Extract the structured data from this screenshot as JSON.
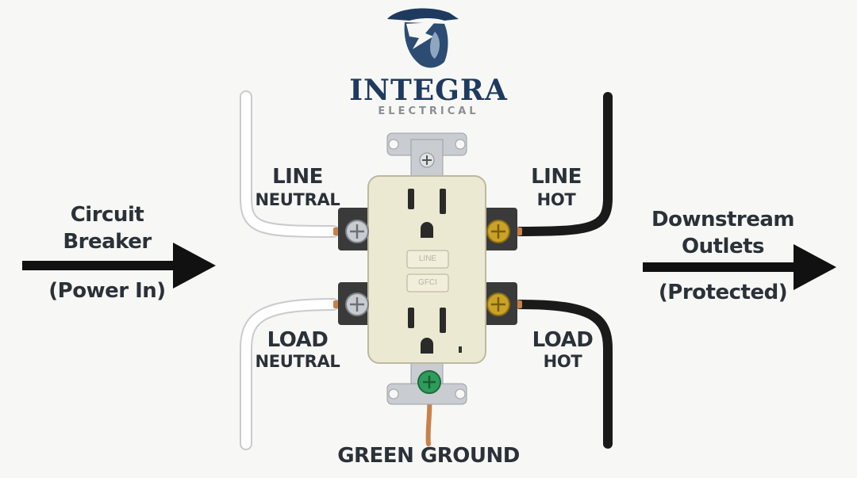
{
  "brand": {
    "name": "INTEGRA",
    "subtitle": "ELECTRICAL"
  },
  "left_side": {
    "line1": "Circuit",
    "line2": "Breaker",
    "line3": "(Power In)"
  },
  "right_side": {
    "line1": "Downstream",
    "line2": "Outlets",
    "line3": "(Protected)"
  },
  "terminals": {
    "line_neutral": {
      "top": "LINE",
      "bottom": "NEUTRAL"
    },
    "line_hot": {
      "top": "LINE",
      "bottom": "HOT"
    },
    "load_neutral": {
      "top": "LOAD",
      "bottom": "NEUTRAL"
    },
    "load_hot": {
      "top": "LOAD",
      "bottom": "HOT"
    },
    "ground": "GREEN GROUND"
  },
  "outlet": {
    "button_top": "LINE",
    "button_bottom": "GFCI"
  },
  "colors": {
    "label_text": "#2b3138",
    "brand_navy": "#1f3a5f",
    "outlet_body": "#ece9d2",
    "neutral_wire": "#ffffff",
    "hot_wire": "#1a1a1a",
    "brass_screw": "#c9a227",
    "silver_screw": "#c8ccd0",
    "ground_screw": "#2e9c5a"
  }
}
